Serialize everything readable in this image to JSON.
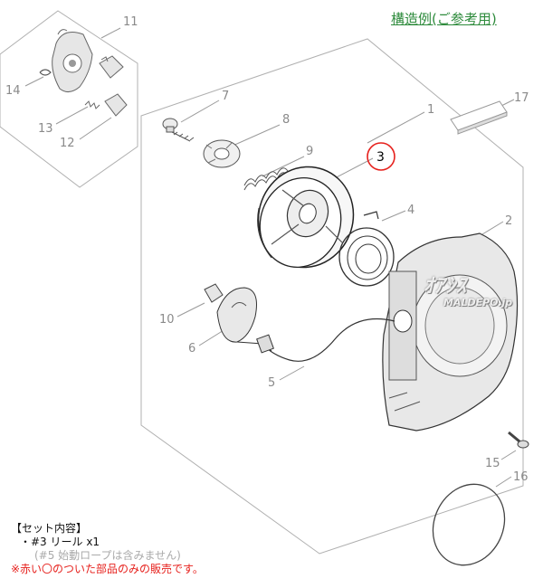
{
  "title": "構造例(ご参考用)",
  "highlighted_part": "3",
  "callouts": [
    "1",
    "2",
    "3",
    "4",
    "5",
    "6",
    "7",
    "8",
    "9",
    "10",
    "11",
    "12",
    "13",
    "14",
    "15",
    "16",
    "17"
  ],
  "watermark": {
    "main": "ｵｱｼｽ",
    "sub": "MALDEPO.jp"
  },
  "set_contents": {
    "heading": "【セット内容】",
    "item": "・#3 リール x1",
    "note": "(#5 始動ロープは含みません)",
    "warning": "※赤い〇のついた部品のみの販売です。"
  },
  "colors": {
    "title": "#2e8b3c",
    "highlight": "#e6201c",
    "leader": "#9a9a9a"
  }
}
